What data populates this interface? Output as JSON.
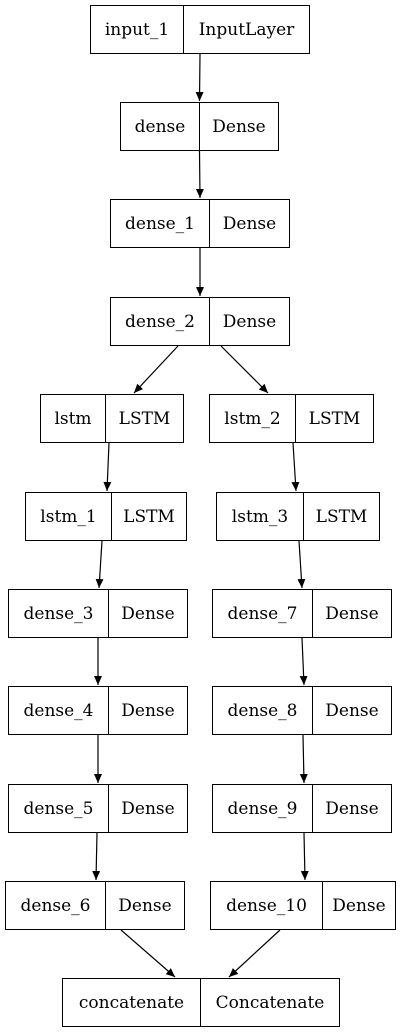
{
  "nodes": [
    {
      "id": "input_1",
      "name": "input_1",
      "type": "InputLayer"
    },
    {
      "id": "dense",
      "name": "dense",
      "type": "Dense"
    },
    {
      "id": "dense_1",
      "name": "dense_1",
      "type": "Dense"
    },
    {
      "id": "dense_2",
      "name": "dense_2",
      "type": "Dense"
    },
    {
      "id": "lstm",
      "name": "lstm",
      "type": "LSTM"
    },
    {
      "id": "lstm_2",
      "name": "lstm_2",
      "type": "LSTM"
    },
    {
      "id": "lstm_1",
      "name": "lstm_1",
      "type": "LSTM"
    },
    {
      "id": "lstm_3",
      "name": "lstm_3",
      "type": "LSTM"
    },
    {
      "id": "dense_3",
      "name": "dense_3",
      "type": "Dense"
    },
    {
      "id": "dense_7",
      "name": "dense_7",
      "type": "Dense"
    },
    {
      "id": "dense_4",
      "name": "dense_4",
      "type": "Dense"
    },
    {
      "id": "dense_8",
      "name": "dense_8",
      "type": "Dense"
    },
    {
      "id": "dense_5",
      "name": "dense_5",
      "type": "Dense"
    },
    {
      "id": "dense_9",
      "name": "dense_9",
      "type": "Dense"
    },
    {
      "id": "dense_6",
      "name": "dense_6",
      "type": "Dense"
    },
    {
      "id": "dense_10",
      "name": "dense_10",
      "type": "Dense"
    },
    {
      "id": "concatenate",
      "name": "concatenate",
      "type": "Concatenate"
    }
  ],
  "edges": [
    {
      "from": "input_1",
      "to": "dense"
    },
    {
      "from": "dense",
      "to": "dense_1"
    },
    {
      "from": "dense_1",
      "to": "dense_2"
    },
    {
      "from": "dense_2",
      "to": "lstm"
    },
    {
      "from": "dense_2",
      "to": "lstm_2"
    },
    {
      "from": "lstm",
      "to": "lstm_1"
    },
    {
      "from": "lstm_1",
      "to": "dense_3"
    },
    {
      "from": "dense_3",
      "to": "dense_4"
    },
    {
      "from": "dense_4",
      "to": "dense_5"
    },
    {
      "from": "dense_5",
      "to": "dense_6"
    },
    {
      "from": "dense_6",
      "to": "concatenate"
    },
    {
      "from": "lstm_2",
      "to": "lstm_3"
    },
    {
      "from": "lstm_3",
      "to": "dense_7"
    },
    {
      "from": "dense_7",
      "to": "dense_8"
    },
    {
      "from": "dense_8",
      "to": "dense_9"
    },
    {
      "from": "dense_9",
      "to": "dense_10"
    },
    {
      "from": "dense_10",
      "to": "concatenate"
    }
  ]
}
